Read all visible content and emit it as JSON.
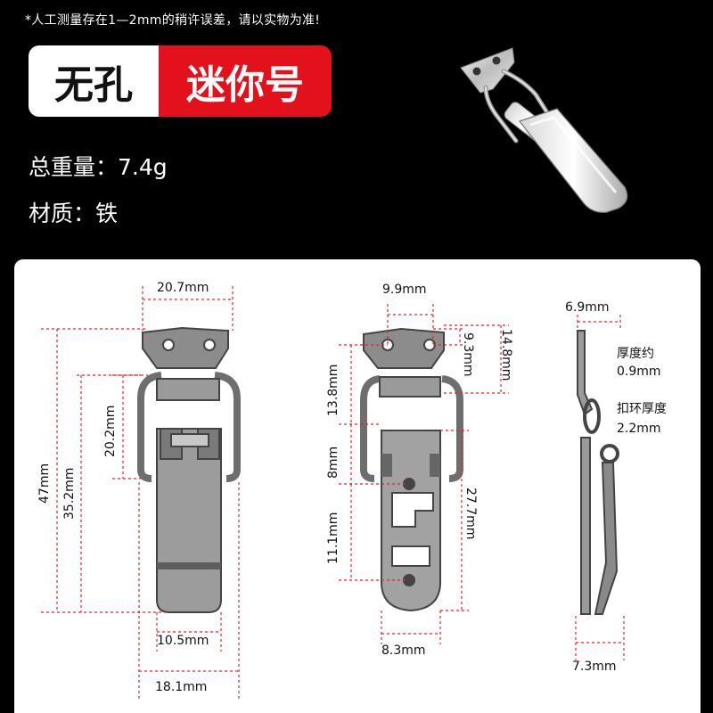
{
  "header": {
    "note": "*人工测量存在1—2mm的稍许误差，请以实物为准!",
    "tag_left": "无孔",
    "tag_right": "迷你号",
    "weight": "总重量：7.4g",
    "material": "材质：铁"
  },
  "colors": {
    "accent_red": "#e3111c",
    "dimension_red": "#e8232e",
    "metal": "#8c8c8c"
  },
  "dimensions": {
    "front": {
      "top_width": "20.7mm",
      "total_height": "47mm",
      "body_height": "35.2mm",
      "loop_height": "20.2mm",
      "tab_width": "10.5mm",
      "max_width": "18.1mm"
    },
    "middle": {
      "hole_spacing": "9.9mm",
      "plate_hole": "9.3mm",
      "plate_height": "14.8mm",
      "upper": "13.8mm",
      "mid": "8mm",
      "lower": "11.1mm",
      "catch_length": "27.7mm",
      "catch_width": "8.3mm"
    },
    "side": {
      "top_depth": "6.9mm",
      "thickness_label": "厚度约",
      "thickness_value": "0.9mm",
      "ring_label": "扣环厚度",
      "ring_value": "2.2mm",
      "total_depth": "7.3mm"
    }
  }
}
